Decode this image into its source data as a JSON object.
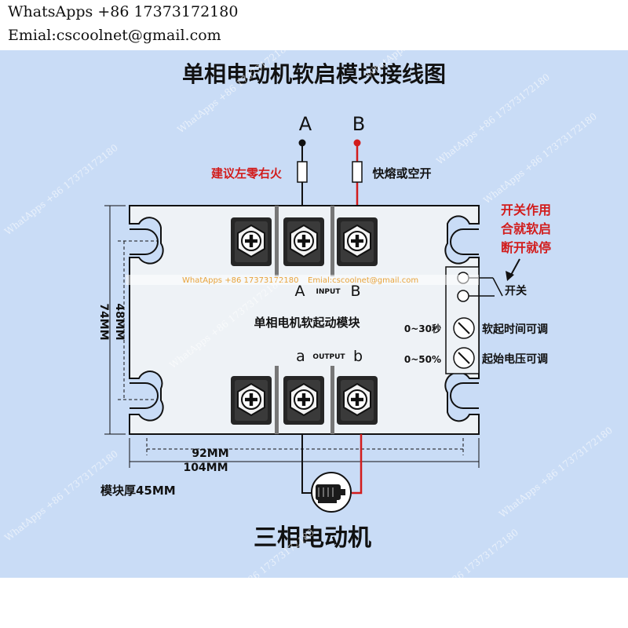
{
  "contact": {
    "whatsapp": "WhatsApps +86 17373172180",
    "email": "Emial:cscoolnet@gmail.com"
  },
  "title": "单相电动机软启模块接线图",
  "input_labels": {
    "a": "A",
    "b": "B"
  },
  "fuse_left_note": "建议左零右火",
  "fuse_right_note": "快熔或空开",
  "switch_note": [
    "开关作用",
    "合就软启",
    "断开就停"
  ],
  "module_name": "单相电机软起动模块",
  "input_text": "INPUT",
  "output_text": "OUTPUT",
  "input_terminals": {
    "a": "A",
    "b": "B"
  },
  "output_terminals": {
    "a": "a",
    "b": "b"
  },
  "switch_label": "开关",
  "time_range": "0~30秒",
  "time_label": "软起时间可调",
  "voltage_range": "0~50%",
  "voltage_label": "起始电压可调",
  "dim_height_inner": "48MM",
  "dim_height_outer": "74MM",
  "dim_width_inner": "92MM",
  "dim_width_outer": "104MM",
  "thickness": "模块厚45MM",
  "motor_label": "三相电动机",
  "watermark": "WhatApps +86 17373172180",
  "banner_whatsapp": "WhatApps +86 17373172180",
  "banner_email": "Emial:cscoolnet@gmail.com",
  "colors": {
    "panel": "#c9dcf6",
    "red": "#d21c1c",
    "wire": "#111111",
    "module": "#eef2f6"
  }
}
